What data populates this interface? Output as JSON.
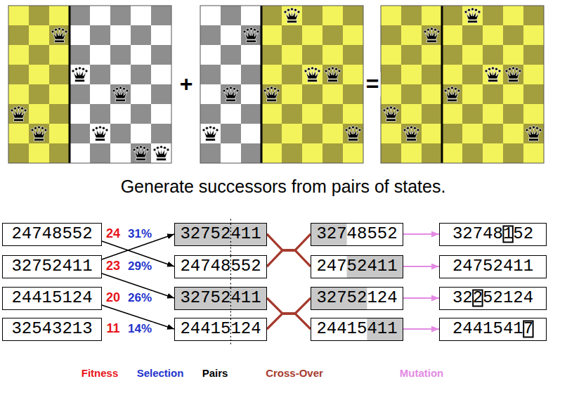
{
  "diagram": {
    "caption": "Generate successors from pairs of states.",
    "nodes": [
      {
        "text": [
          "24748552"
        ]
      },
      {
        "text": [
          "32752411"
        ]
      },
      {
        "text": [
          "24415124"
        ]
      },
      {
        "text": [
          "32543213"
        ]
      },
      {
        "text": [
          "32752411"
        ]
      },
      {
        "text": [
          "24748552"
        ]
      },
      {
        "text": [
          "32752411"
        ]
      },
      {
        "text": [
          "24415124"
        ]
      },
      {
        "text": [
          "32748552"
        ]
      },
      {
        "text": [
          "24752411"
        ]
      },
      {
        "text": [
          "32752124"
        ]
      },
      {
        "text": [
          "24415411"
        ]
      },
      {
        "text": [
          "32748152"
        ]
      },
      {
        "text": [
          "24752411"
        ]
      },
      {
        "text": [
          "32252124"
        ]
      },
      {
        "text": [
          "24415417"
        ]
      }
    ],
    "edges": [
      {
        "from": 0,
        "to": 5,
        "arrow": "to"
      },
      {
        "from": 1,
        "to": 4,
        "arrow": "to"
      },
      {
        "from": 1,
        "to": 6,
        "arrow": "to"
      },
      {
        "from": 2,
        "to": 7,
        "arrow": "to"
      },
      {
        "from": 4,
        "to": 8,
        "arrow": "none"
      },
      {
        "from": 4,
        "to": 9,
        "arrow": "none"
      },
      {
        "from": 5,
        "to": 8,
        "arrow": "none"
      },
      {
        "from": 5,
        "to": 9,
        "arrow": "none"
      },
      {
        "from": 6,
        "to": 10,
        "arrow": "none"
      },
      {
        "from": 6,
        "to": 11,
        "arrow": "none"
      },
      {
        "from": 7,
        "to": 10,
        "arrow": "none"
      },
      {
        "from": 7,
        "to": 11,
        "arrow": "none"
      },
      {
        "from": 8,
        "to": 12,
        "arrow": "to"
      },
      {
        "from": 9,
        "to": 13,
        "arrow": "to"
      },
      {
        "from": 10,
        "to": 14,
        "arrow": "to"
      },
      {
        "from": 11,
        "to": 15,
        "arrow": "to"
      }
    ],
    "labels": [
      "+",
      "=",
      "24",
      "31%",
      "23",
      "29%",
      "20",
      "26%",
      "11",
      "14%",
      "Fitness",
      "Selection",
      "Pairs",
      "Cross-Over",
      "Mutation"
    ]
  }
}
